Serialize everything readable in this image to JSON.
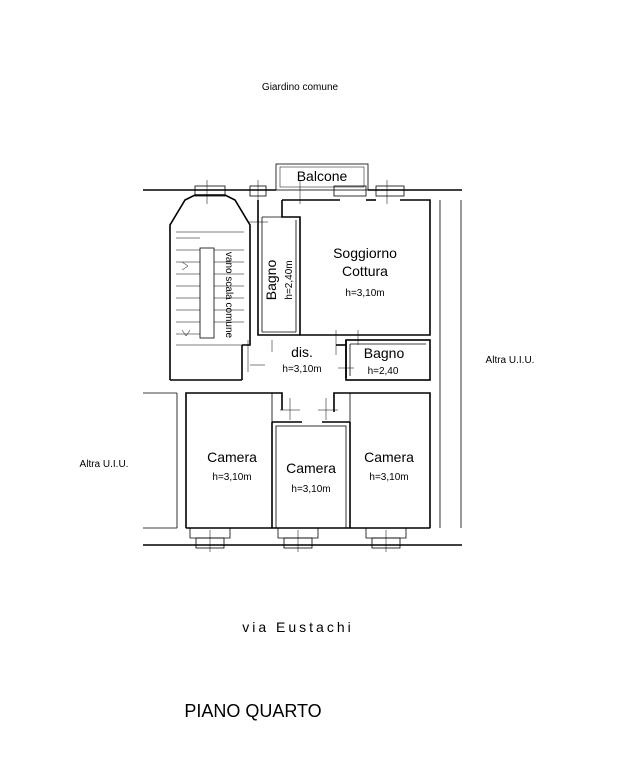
{
  "labels": {
    "garden": "Giardino comune",
    "balcony": "Balcone",
    "living_name_1": "Soggiorno",
    "living_name_2": "Cottura",
    "living_height": "h=3,10m",
    "bath_main_name": "Bagno",
    "bath_main_height": "h=2,40m",
    "hall_name": "dis.",
    "hall_height": "h=3,10m",
    "bath_small_name": "Bagno",
    "bath_small_height": "h=2,40",
    "bedroom_left_name": "Camera",
    "bedroom_left_height": "h=3,10m",
    "bedroom_center_name": "Camera",
    "bedroom_center_height": "h=3,10m",
    "bedroom_right_name": "Camera",
    "bedroom_right_height": "h=3,10m",
    "stairwell": "vano scala comune",
    "other_unit_right": "Altra U.I.U.",
    "other_unit_left": "Altra U.I.U.",
    "street": "via Eustachi",
    "floor_title": "PIANO QUARTO"
  }
}
